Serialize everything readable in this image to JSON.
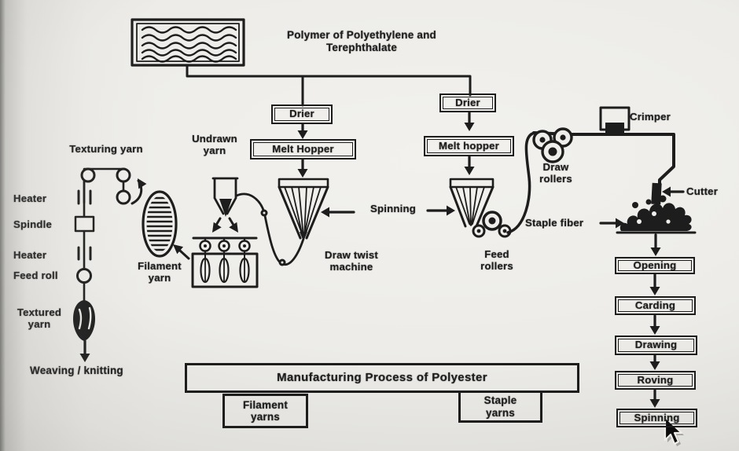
{
  "colors": {
    "ink": "#1d1d1d",
    "paper": "#efeeea"
  },
  "source": {
    "polymer_label": "Polymer of Polyethylene and\nTerephthalate"
  },
  "filament_route": {
    "drier": "Drier",
    "melt_hopper": "Melt Hopper",
    "spinning_label": "Spinning",
    "undrawn_yarn": "Undrawn\nyarn",
    "draw_twist_machine": "Draw twist\nmachine",
    "filament_yarn": "Filament\nyarn",
    "texturing_yarn": "Texturing yarn",
    "heater_top": "Heater",
    "spindle": "Spindle",
    "heater_bottom": "Heater",
    "feed_roll": "Feed roll",
    "textured_yarn": "Textured\nyarn",
    "weaving_knitting": "Weaving / knitting"
  },
  "staple_route": {
    "drier": "Drier",
    "melt_hopper": "Melt hopper",
    "feed_rollers": "Feed\nrollers",
    "draw_rollers": "Draw\nrollers",
    "crimper": "Crimper",
    "cutter": "Cutter",
    "staple_fiber": "Staple fiber",
    "process_steps": [
      "Opening",
      "Carding",
      "Drawing",
      "Roving",
      "Spinning"
    ]
  },
  "footer": {
    "title": "Manufacturing Process of Polyester",
    "filament_yarns": "Filament\nyarns",
    "staple_yarns": "Staple\nyarns"
  },
  "cursor_icon": "mouse-pointer-arrow"
}
